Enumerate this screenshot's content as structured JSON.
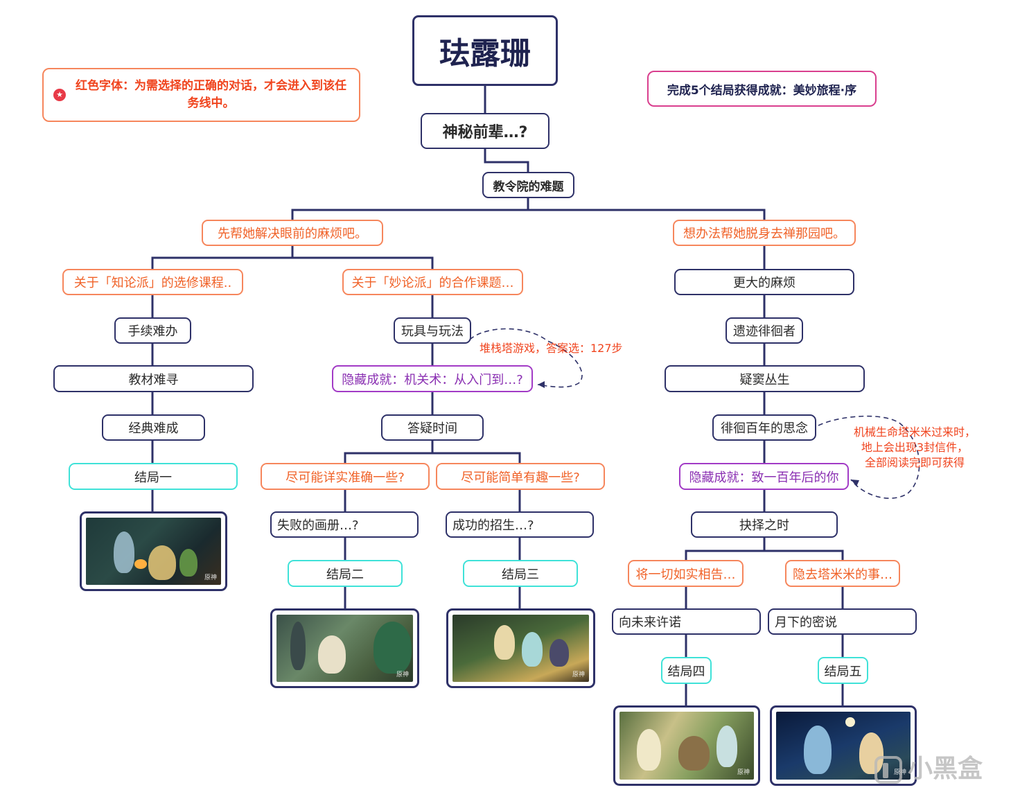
{
  "root": "珐露珊",
  "legend_note": "红色字体：为需选择的正确的对话，才会进入到该任务线中。",
  "achievement_note": "完成5个结局获得成就：美妙旅程·序",
  "nodes": {
    "n1": "神秘前辈…?",
    "n2": "教令院的难题",
    "left_choice": "先帮她解决眼前的麻烦吧。",
    "right_choice": "想办法帮她脱身去禅那园吧。",
    "zhilun": "关于「知论派」的选修课程..",
    "miaolun": "关于「妙论派」的合作课题…",
    "shouxu": "手续难办",
    "jiaocai": "教材难寻",
    "jingdian": "经典难成",
    "ending1": "结局一",
    "wanju": "玩具与玩法",
    "hidden1": "隐藏成就：机关术：从入门到…?",
    "dayi": "答疑时间",
    "xiangshi": "尽可能详实准确一些?",
    "jiandan": "尽可能简单有趣一些?",
    "shibai": "失败的画册…?",
    "chenggong": "成功的招生…?",
    "ending2": "结局二",
    "ending3": "结局三",
    "geng": "更大的麻烦",
    "yiji": "遗迹徘徊者",
    "yidou": "疑窦丛生",
    "paihuai": "徘徊百年的思念",
    "hidden2": "隐藏成就：致一百年后的你",
    "jueze": "抉择之时",
    "rushi": "将一切如实相告…",
    "yinqu": "隐去塔米米的事…",
    "xiangwei": "向未来许诺",
    "yuexia": "月下的密说",
    "ending4": "结局四",
    "ending5": "结局五"
  },
  "annotations": {
    "tower": "堆栈塔游戏，答案选：127步",
    "letters": [
      "机械生命塔米米过来时，",
      "地上会出现3封信件，",
      "全部阅读完即可获得"
    ]
  },
  "watermark": "小黑盒",
  "game_logo": "原神",
  "colors": {
    "node_border": "#2e3168",
    "choice_orange": "#f6865c",
    "hidden_purple": "#a23bc6",
    "ending_teal": "#3fe2d8",
    "note_pink": "#d93f8e",
    "annotation_red": "#f0441e"
  }
}
